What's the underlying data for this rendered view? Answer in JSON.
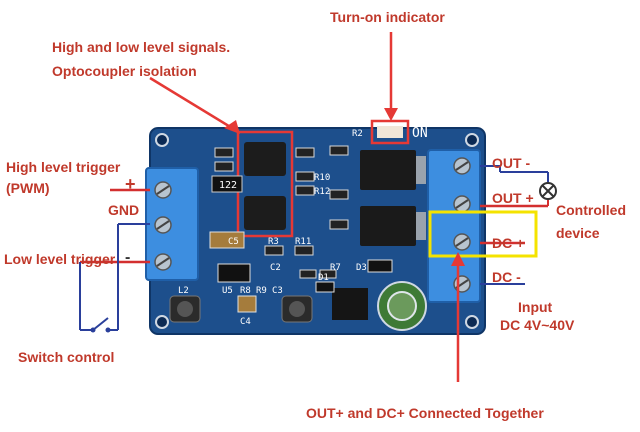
{
  "labels": {
    "turn_on_indicator": "Turn-on indicator",
    "signal_line1": "High and low level signals.",
    "signal_line2": "Optocoupler isolation",
    "high_trigger_line1": "High level trigger",
    "high_trigger_line2": "(PWM)",
    "plus": "+",
    "gnd": "GND",
    "low_trigger": "Low level trigger",
    "minus": "-",
    "switch_control": "Switch control",
    "out_minus": "OUT  -",
    "out_plus": "OUT  +",
    "dc_plus": "DC  +",
    "dc_minus": "DC  -",
    "controlled_line1": "Controlled",
    "controlled_line2": "device",
    "input_line1": "Input",
    "input_line2": "DC   4V~40V",
    "bottom_note": "OUT+ and DC+ Connected Together"
  },
  "silkscreen": {
    "on": "ON",
    "r2": "R2",
    "r10": "R10",
    "r12": "R12",
    "r3": "R3",
    "r11": "R11",
    "c5": "C5",
    "c2": "C2",
    "r7": "R7",
    "d3": "D3",
    "l2": "L2",
    "u5": "U5",
    "r8": "R8",
    "r9": "R9",
    "c3": "C3",
    "c4": "C4",
    "d1": "D1",
    "resistor_code": "122"
  },
  "colors": {
    "label_red": "#c0392b",
    "dark_text": "#333333",
    "pcb_blue": "#1d4f8c",
    "terminal_blue": "#3d8ee0",
    "highlight_red": "#e53935",
    "highlight_yellow": "#f4e300",
    "wire_blue": "#2a3f9b",
    "wire_red": "#d32f2f"
  }
}
